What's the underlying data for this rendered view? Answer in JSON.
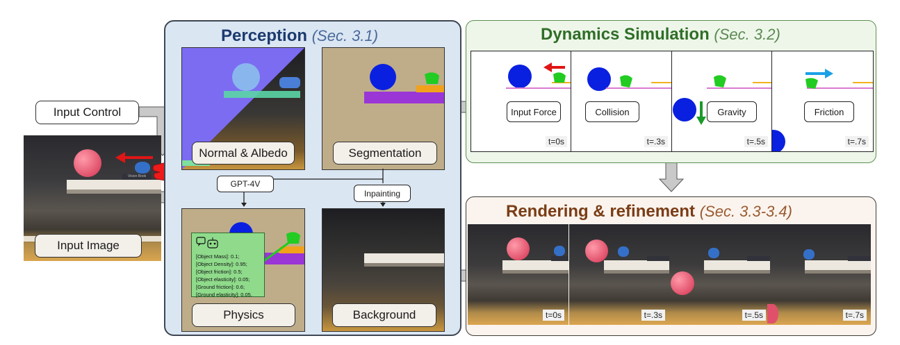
{
  "input": {
    "control_label": "Input Control",
    "image_label": "Input Image",
    "book_text": "Vision Book"
  },
  "perception": {
    "title": "Perception",
    "section": "(Sec. 3.1)",
    "normal_albedo_label": "Normal & Albedo",
    "segmentation_label": "Segmentation",
    "gpt_label": "GPT-4V",
    "inpainting_label": "Inpainting",
    "physics_label": "Physics",
    "background_label": "Background",
    "physics_params": [
      "[Object Mass]: 0.1;",
      "[Object Density]: 0.95;",
      "[Object friction]: 0.5;",
      "[Object elasticity]: 0.05;",
      "[Ground friction]: 0.6;",
      "[Ground elasticity]: 0.05."
    ]
  },
  "dynamics": {
    "title": "Dynamics Simulation",
    "section": "(Sec. 3.2)",
    "frames": [
      {
        "label": "Input Force",
        "time": "t=0s"
      },
      {
        "label": "Collision",
        "time": "t=.3s"
      },
      {
        "label": "Gravity",
        "time": "t=.5s"
      },
      {
        "label": "Friction",
        "time": "t=.7s"
      }
    ]
  },
  "rendering": {
    "title": "Rendering & refinement",
    "section": "(Sec. 3.3-3.4)",
    "times": [
      "t=0s",
      "t=.3s",
      "t=.5s",
      "t=.7s"
    ]
  },
  "colors": {
    "perception_title": "#1d3a6e",
    "dynamics_title": "#2f6e27",
    "render_title": "#7a3d16",
    "sim_ball": "#0a20e0",
    "sim_object": "#22cc22",
    "force_arrow": "#e01515",
    "gravity_arrow": "#1a9a2a",
    "friction_arrow": "#1aa0e6",
    "shelf_line": "#d97ad0",
    "ground_line": "#f3b01a"
  }
}
